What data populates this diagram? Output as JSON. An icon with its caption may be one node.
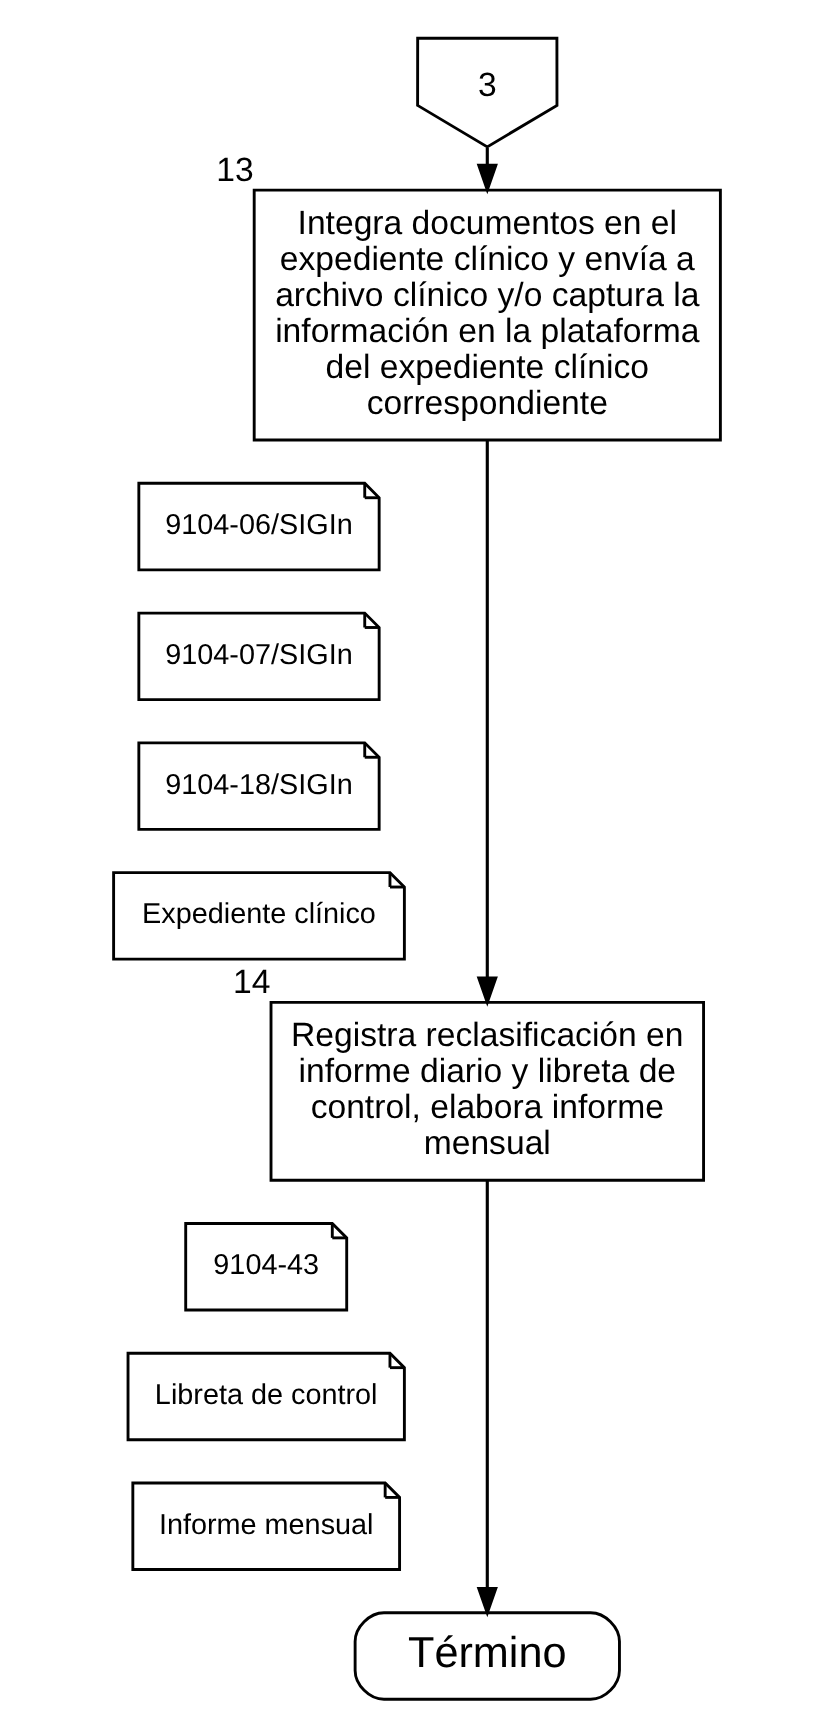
{
  "diagram": {
    "nodes": [
      {
        "text": [
          "3"
        ]
      },
      {
        "text": [
          "Integra documentos en el expediente clínico y envía a archivo clínico y/o captura la información en la plataforma del expediente clínico correspondiente"
        ],
        "beside": [
          "13"
        ]
      },
      {
        "text": [
          "9104-06/SIGIn"
        ]
      },
      {
        "text": [
          "9104-07/SIGIn"
        ]
      },
      {
        "text": [
          "9104-18/SIGIn"
        ]
      },
      {
        "text": [
          "Expediente clínico"
        ]
      },
      {
        "text": [
          "Registra reclasificación en informe diario y libreta de control, elabora informe mensual"
        ],
        "beside": [
          "14"
        ]
      },
      {
        "text": [
          "9104-43"
        ]
      },
      {
        "text": [
          "Libreta de control"
        ]
      },
      {
        "text": [
          "Informe mensual"
        ]
      },
      {
        "text": [
          "Término"
        ]
      }
    ],
    "edges": [
      {
        "from": 0,
        "to": 1,
        "arrow": "to"
      },
      {
        "from": 1,
        "to": 6,
        "arrow": "to"
      },
      {
        "from": 6,
        "to": 10,
        "arrow": "to"
      }
    ]
  }
}
